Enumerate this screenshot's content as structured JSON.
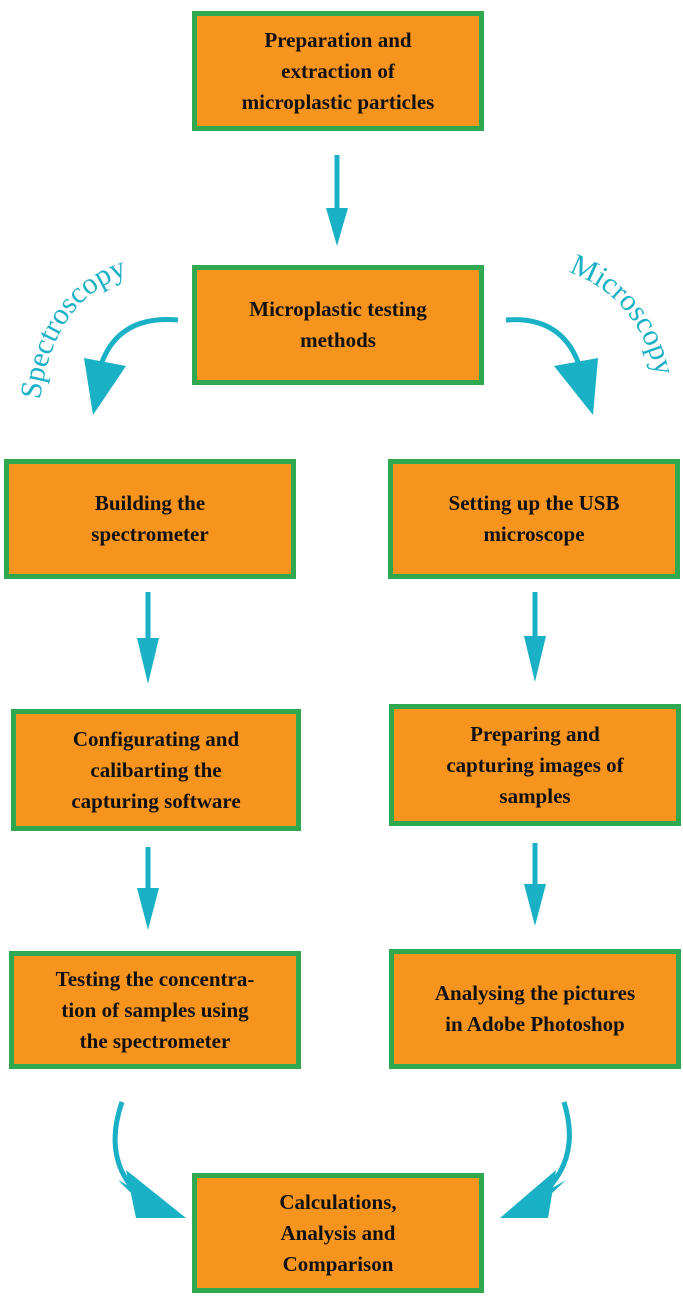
{
  "nodes": {
    "preparation": "Preparation and\nextraction of\nmicroplastic particles",
    "testing_methods": "Microplastic testing\nmethods",
    "building_spectrometer": "Building the\nspectrometer",
    "setting_up_microscope": "Setting up the USB\nmicroscope",
    "configurating_software": "Configurating and\ncalibarting the\ncapturing software",
    "preparing_images": "Preparing and\ncapturing images of\nsamples",
    "testing_concentration": "Testing the concentra-\ntion of samples using\nthe spectrometer",
    "analysing_pictures": "Analysing the pictures\nin Adobe Photoshop",
    "calculations": "Calculations,\nAnalysis and\nComparison"
  },
  "branch_labels": {
    "left": "Spectroscopy",
    "right": "Microscopy"
  },
  "colors": {
    "box_fill": "#f7941d",
    "box_border": "#2fa84f",
    "arrow": "#1ab1c6",
    "text": "#111111"
  }
}
